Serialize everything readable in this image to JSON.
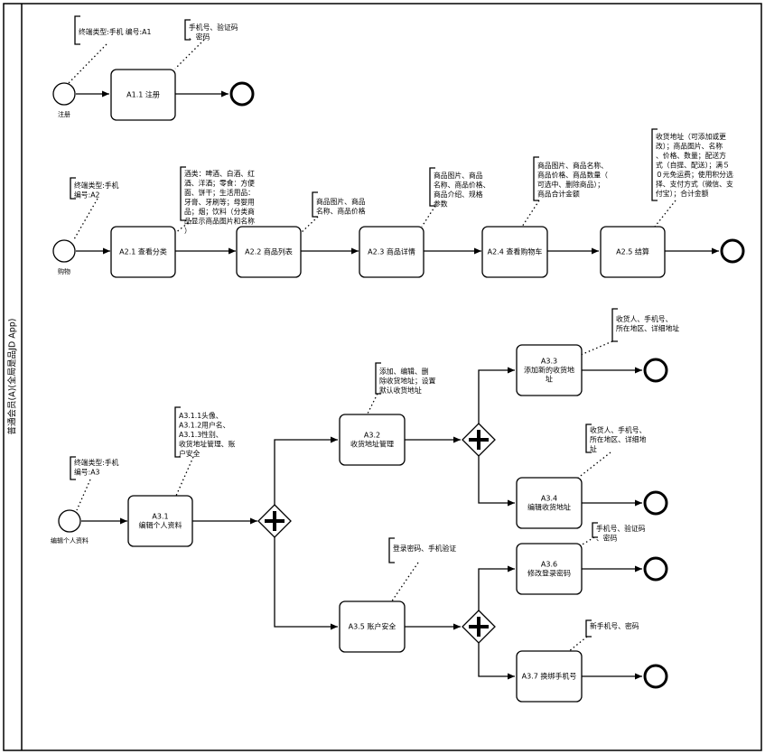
{
  "pool": {
    "title": "普通会员(A)(全局是品JD App)"
  },
  "tasks": [
    {
      "id": "a11",
      "lines": [
        "A1.1 注册"
      ]
    },
    {
      "id": "a21",
      "lines": [
        "A2.1 查看分类"
      ]
    },
    {
      "id": "a22",
      "lines": [
        "A2.2 商品列表"
      ]
    },
    {
      "id": "a23",
      "lines": [
        "A2.3 商品详情"
      ]
    },
    {
      "id": "a24",
      "lines": [
        "A2.4 查看购物车"
      ]
    },
    {
      "id": "a25",
      "lines": [
        "A2.5 结算"
      ]
    },
    {
      "id": "a31",
      "lines": [
        "A3.1",
        "编辑个人资料"
      ]
    },
    {
      "id": "a32",
      "lines": [
        "A3.2",
        "收货地址管理"
      ]
    },
    {
      "id": "a33",
      "lines": [
        "A3.3",
        "添加新的收货地",
        "址"
      ]
    },
    {
      "id": "a34",
      "lines": [
        "A3.4",
        "编辑收货地址"
      ]
    },
    {
      "id": "a35",
      "lines": [
        "A3.5 账户安全"
      ]
    },
    {
      "id": "a36",
      "lines": [
        "A3.6",
        "修改登录密码"
      ]
    },
    {
      "id": "a37",
      "lines": [
        "A3.7 换绑手机号"
      ]
    }
  ],
  "start_events": [
    {
      "id": "s1",
      "label": "注册"
    },
    {
      "id": "s2",
      "label": "购物"
    },
    {
      "id": "s3",
      "label": "编辑个人资料"
    }
  ],
  "annotations": [
    {
      "id": "n1",
      "lines": [
        "终端类型:手机 编号:A1"
      ]
    },
    {
      "id": "n2",
      "lines": [
        "手机号、验证码",
        "、密码"
      ]
    },
    {
      "id": "n3",
      "lines": [
        "终端类型:手机",
        "编号:A2"
      ]
    },
    {
      "id": "n4",
      "lines": [
        "酒类：啤酒、白酒、红",
        "酒、洋酒；零食：方便",
        "面、饼干；生活用品：",
        "牙膏、牙刷等；母婴用",
        "品；烟；饮料（分类商",
        "品显示商品图片和名称",
        "）"
      ]
    },
    {
      "id": "n5",
      "lines": [
        "商品图片、商品",
        "名称、商品价格"
      ]
    },
    {
      "id": "n6",
      "lines": [
        "商品图片、商品",
        "名称、商品价格、",
        "商品介绍、规格",
        "参数"
      ]
    },
    {
      "id": "n7",
      "lines": [
        "商品图片、商品名称、",
        "商品价格、商品数量（",
        "可选中、删除商品）；",
        "商品合计金额"
      ]
    },
    {
      "id": "n8",
      "lines": [
        "收货地址（可添加或更",
        "改）；商品图片、名称",
        "、价格、数量；配送方",
        "式（自提、配送）；满５",
        "０元免运费；使用积分选",
        "择、支付方式（微信、支",
        "付宝）；合计金额"
      ]
    },
    {
      "id": "n9",
      "lines": [
        "终端类型:手机",
        "编号:A3"
      ]
    },
    {
      "id": "n10",
      "lines": [
        "A3.1.1头像、",
        "A3.1.2用户名、",
        "A3.1.3性别、",
        "收货地址管理、账",
        "户安全"
      ]
    },
    {
      "id": "n11",
      "lines": [
        "添加、编辑、删",
        "除收货地址；设置",
        "默认收货地址"
      ]
    },
    {
      "id": "n12",
      "lines": [
        "收货人、手机号、",
        "所在地区、详细地址"
      ]
    },
    {
      "id": "n13",
      "lines": [
        "收货人、手机号、",
        "所在地区、详细地",
        "址"
      ]
    },
    {
      "id": "n14",
      "lines": [
        "登录密码、手机验证"
      ]
    },
    {
      "id": "n15",
      "lines": [
        "手机号、验证码",
        "、密码"
      ]
    },
    {
      "id": "n16",
      "lines": [
        "新手机号、密码"
      ]
    }
  ]
}
